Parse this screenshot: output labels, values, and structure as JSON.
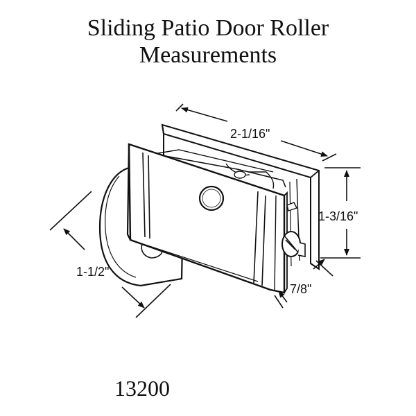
{
  "title": {
    "line1": "Sliding Patio Door Roller",
    "line2": "Measurements"
  },
  "dimensions": {
    "length": "2-1/16\"",
    "height": "1-3/16\"",
    "depth": "1-1/2\"",
    "width": "7/8\""
  },
  "part_number": "13200",
  "colors": {
    "ink": "#111111",
    "background": "#ffffff"
  }
}
